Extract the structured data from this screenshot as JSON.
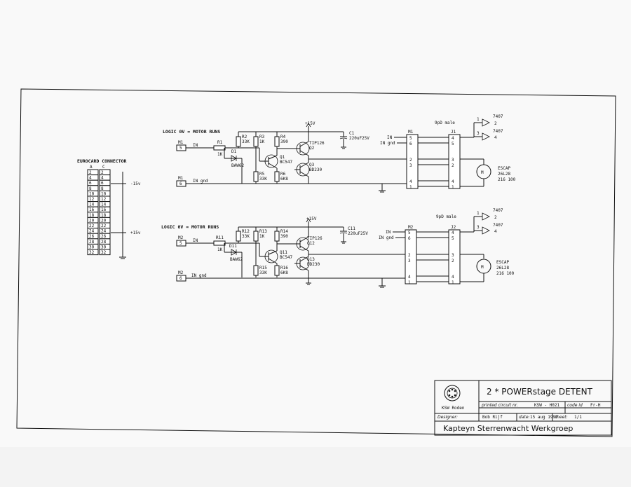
{
  "sheet": {
    "title": "2 * POWERstage DETENT",
    "organization": "Kapteyn Sterrenwacht Werkgroep",
    "logo_caption": "KSW Roden",
    "pcb_label": "printed circuit nr.",
    "pcb_number": "KSW - H021",
    "code_label": "code id",
    "code_value": "Fr-H",
    "designer_label": "Designer:",
    "designer": "Bob Rijf",
    "date_label": "date:",
    "date": "15 aug 1995",
    "sheet_label": "sheet:",
    "sheet_value": "1/1"
  },
  "eurocard": {
    "title": "EUROCARD CONNECTOR",
    "col_a": "A",
    "col_c": "C",
    "pins": [
      "2",
      "4",
      "6",
      "8",
      "10",
      "12",
      "14",
      "16",
      "18",
      "20",
      "22",
      "24",
      "26",
      "28",
      "30",
      "32"
    ],
    "minus_supply": "-15v",
    "plus_supply": "+15v"
  },
  "stage1": {
    "logic_note": "LOGIC 0V = MOTOR RUNS",
    "in_connector": "M1",
    "in_pin": "5",
    "in_label": "IN",
    "gnd_connector": "M1",
    "gnd_pin": "6",
    "gnd_label": "IN gnd",
    "r1": "R1",
    "r1_val": "1K",
    "d1": "D1",
    "d1_val": "BAW62",
    "r2": "R2",
    "r2_val": "33K",
    "r3": "R3",
    "r3_val": "1K",
    "r4": "R4",
    "r4_val": "390",
    "r5": "R5",
    "r5_val": "33K",
    "r6": "R6",
    "r6_val": "6K8",
    "q1": "Q1",
    "q1_val": "BC547",
    "q2": "TIP126",
    "q2_val": "Q2",
    "q3": "Q3",
    "q3_val": "BD230",
    "supply": "+15V",
    "c1": "C1",
    "c1_val": "220uF25V",
    "conn_a": "M1",
    "conn_b": "J1",
    "sub_d": "9pD male",
    "in_sig": "IN",
    "in_gnd": "IN gnd",
    "pins_a": [
      "5",
      "6",
      "2",
      "3",
      "4",
      "1"
    ],
    "pins_b": [
      "4",
      "5",
      "3",
      "2",
      "4",
      "1"
    ],
    "gate": "7407",
    "gate_pins": [
      "1",
      "2",
      "3",
      "4"
    ],
    "motor": "ESCAP",
    "motor_type": "26L28",
    "motor_code": "216 100"
  },
  "stage2": {
    "logic_note": "LOGIC 0V = MOTOR RUNS",
    "in_connector": "M2",
    "in_pin": "5",
    "in_label": "IN",
    "gnd_connector": "M2",
    "gnd_pin": "6",
    "gnd_label": "IN gnd",
    "r1": "R11",
    "r1_val": "1K",
    "d1": "D11",
    "d1_val": "BAW62",
    "r2": "R12",
    "r2_val": "33K",
    "r3": "R13",
    "r3_val": "1K",
    "r4": "R14",
    "r4_val": "390",
    "r5": "R15",
    "r5_val": "33K",
    "r6": "R16",
    "r6_val": "6K8",
    "q1": "Q11",
    "q1_val": "BC547",
    "q2": "TIP126",
    "q2_val": "Q12",
    "q3": "Q13",
    "q3_val": "BD230",
    "supply": "+15V",
    "c1": "C11",
    "c1_val": "220uF25V",
    "conn_a": "M2",
    "conn_b": "J2",
    "sub_d": "9pD male",
    "in_sig": "IN",
    "in_gnd": "IN gnd",
    "pins_a": [
      "5",
      "6",
      "2",
      "3",
      "4",
      "1"
    ],
    "pins_b": [
      "4",
      "5",
      "3",
      "2",
      "4",
      "1"
    ],
    "gate": "7407",
    "gate_pins": [
      "1",
      "2",
      "3",
      "4"
    ],
    "motor": "ESCAP",
    "motor_type": "26L28",
    "motor_code": "216 100"
  }
}
